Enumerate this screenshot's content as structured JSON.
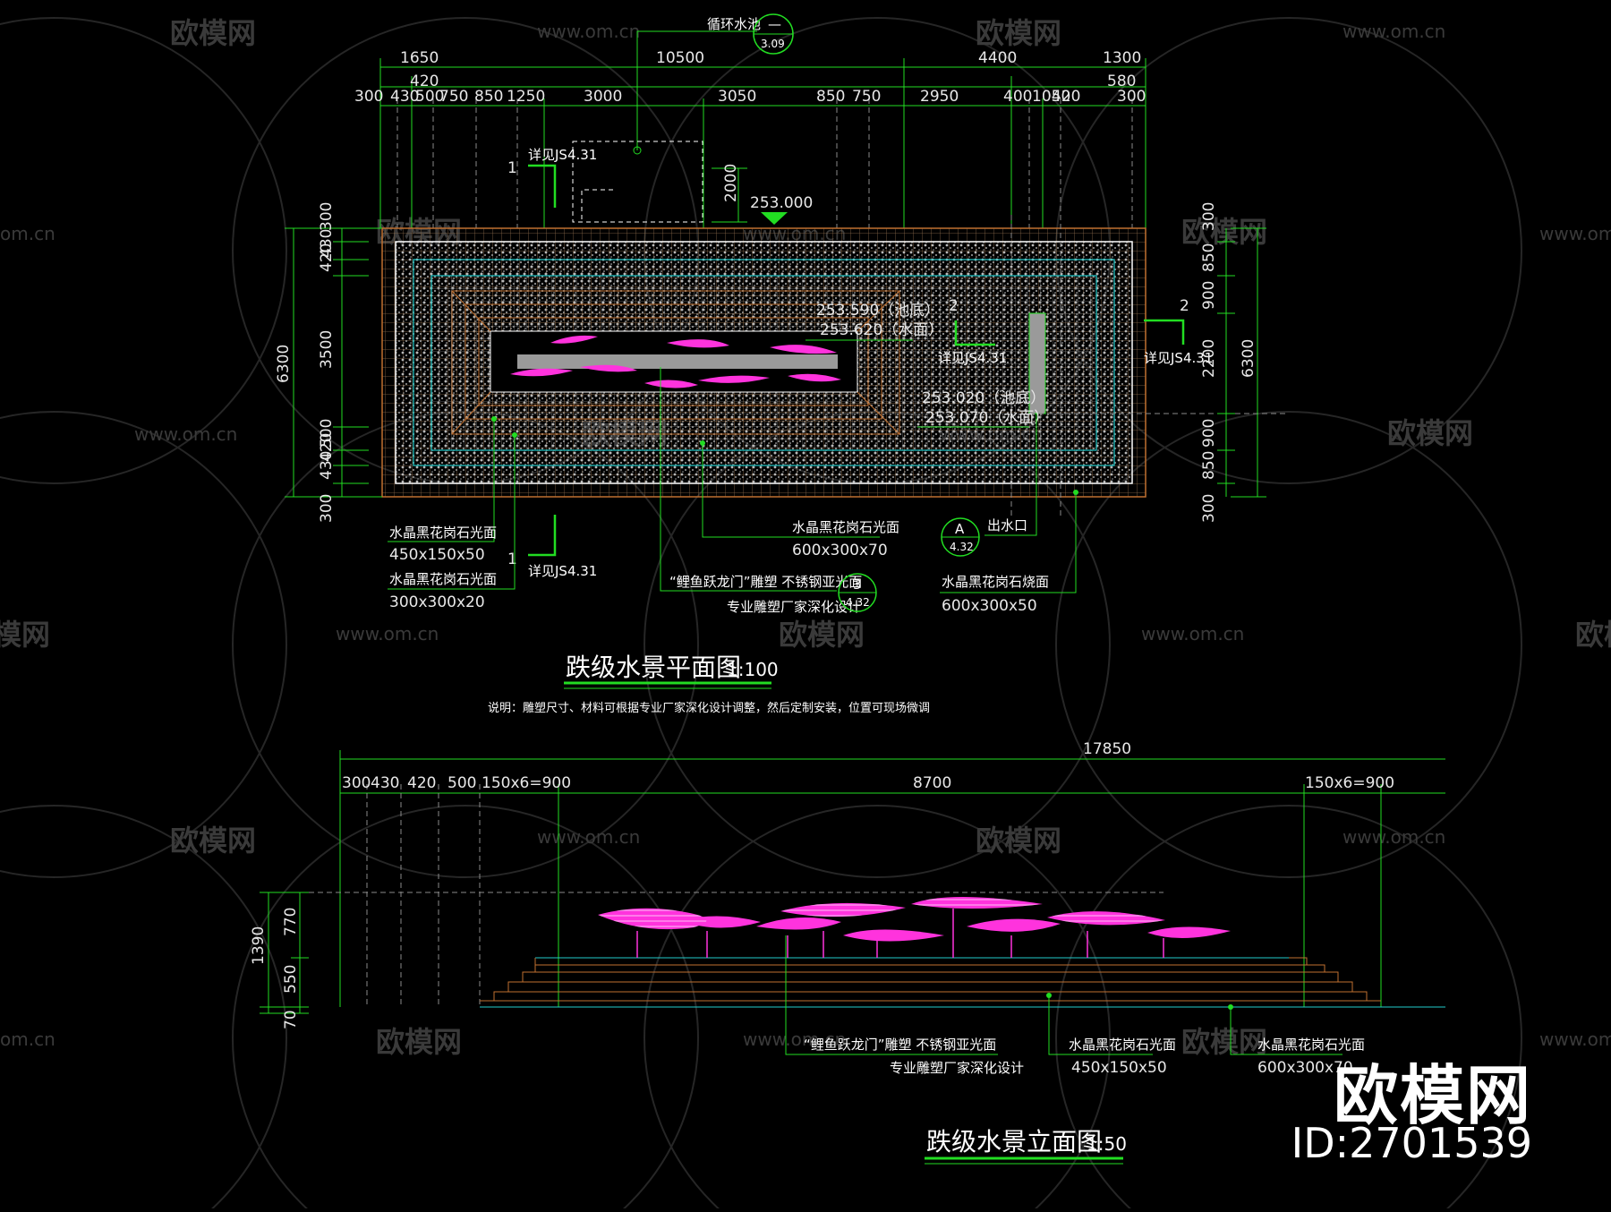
{
  "watermark": {
    "brand": "欧模网",
    "url": "www.om.cn",
    "url_short": "om.cn"
  },
  "brand": {
    "name": "欧模网",
    "id": "ID:2701539"
  },
  "plan": {
    "top_overall": {
      "a": "1650",
      "b": "10500",
      "c": "4400",
      "d": "1300"
    },
    "top_second": {
      "a": "420",
      "b": "580"
    },
    "top_row": [
      "300",
      "430",
      "500",
      "750",
      "850",
      "1250",
      "3000",
      "3050",
      "850",
      "750",
      "2950",
      "400",
      "1050",
      "420",
      "300"
    ],
    "pool_label": "循环水池",
    "pool_sym_top": "—",
    "pool_sym_bottom": "3.09",
    "dim_2000": "2000",
    "level_top": "253.000",
    "detail_ref": "详见JS4.31",
    "sec1": "1",
    "sec2": "2",
    "left_dims": [
      "300",
      "430",
      "420",
      "3500",
      "500",
      "420",
      "430",
      "300"
    ],
    "left_total": "6300",
    "right_dims": [
      "300",
      "850",
      "900",
      "2200",
      "900",
      "850",
      "300"
    ],
    "right_total": "6300",
    "levels": [
      "253.590（池底）",
      "253.620（水面）",
      "253.020（池底）",
      "253.070（水面）"
    ],
    "callouts": {
      "m1_name": "水晶黑花岗石光面",
      "m1_size": "450x150x50",
      "m2_name": "水晶黑花岗石光面",
      "m2_size": "300x300x20",
      "m3_name": "水晶黑花岗石光面",
      "m3_size": "600x300x70",
      "m4_name": "水晶黑花岗石烧面",
      "m4_size": "600x300x50",
      "outlet": "出水口",
      "outlet_sym_top": "A",
      "outlet_sym_bottom": "4.32",
      "sculpture1": "“鲤鱼跃龙门”雕塑  不锈钢亚光面",
      "sculpture2": "专业雕塑厂家深化设计",
      "s_sym_top": "3",
      "s_sym_bottom": "4.32"
    },
    "title": "跌级水景平面图",
    "scale": "1:100",
    "note": "说明：雕塑尺寸、材料可根据专业厂家深化设计调整，然后定制安装，位置可现场微调"
  },
  "elevation": {
    "total": "17850",
    "row": [
      "300",
      "430",
      "420",
      "500",
      "150x6=900",
      "8700",
      "150x6=900"
    ],
    "left_dims": [
      "770",
      "550",
      "70"
    ],
    "left_total": "1390",
    "callouts": {
      "s1": "“鲤鱼跃龙门”雕塑  不锈钢亚光面",
      "s2": "专业雕塑厂家深化设计",
      "m1_name": "水晶黑花岗石光面",
      "m1_size": "450x150x50",
      "m2_name": "水晶黑花岗石光面",
      "m2_size": "600x300x70"
    },
    "title": "跌级水景立面图",
    "scale": "1:50"
  }
}
